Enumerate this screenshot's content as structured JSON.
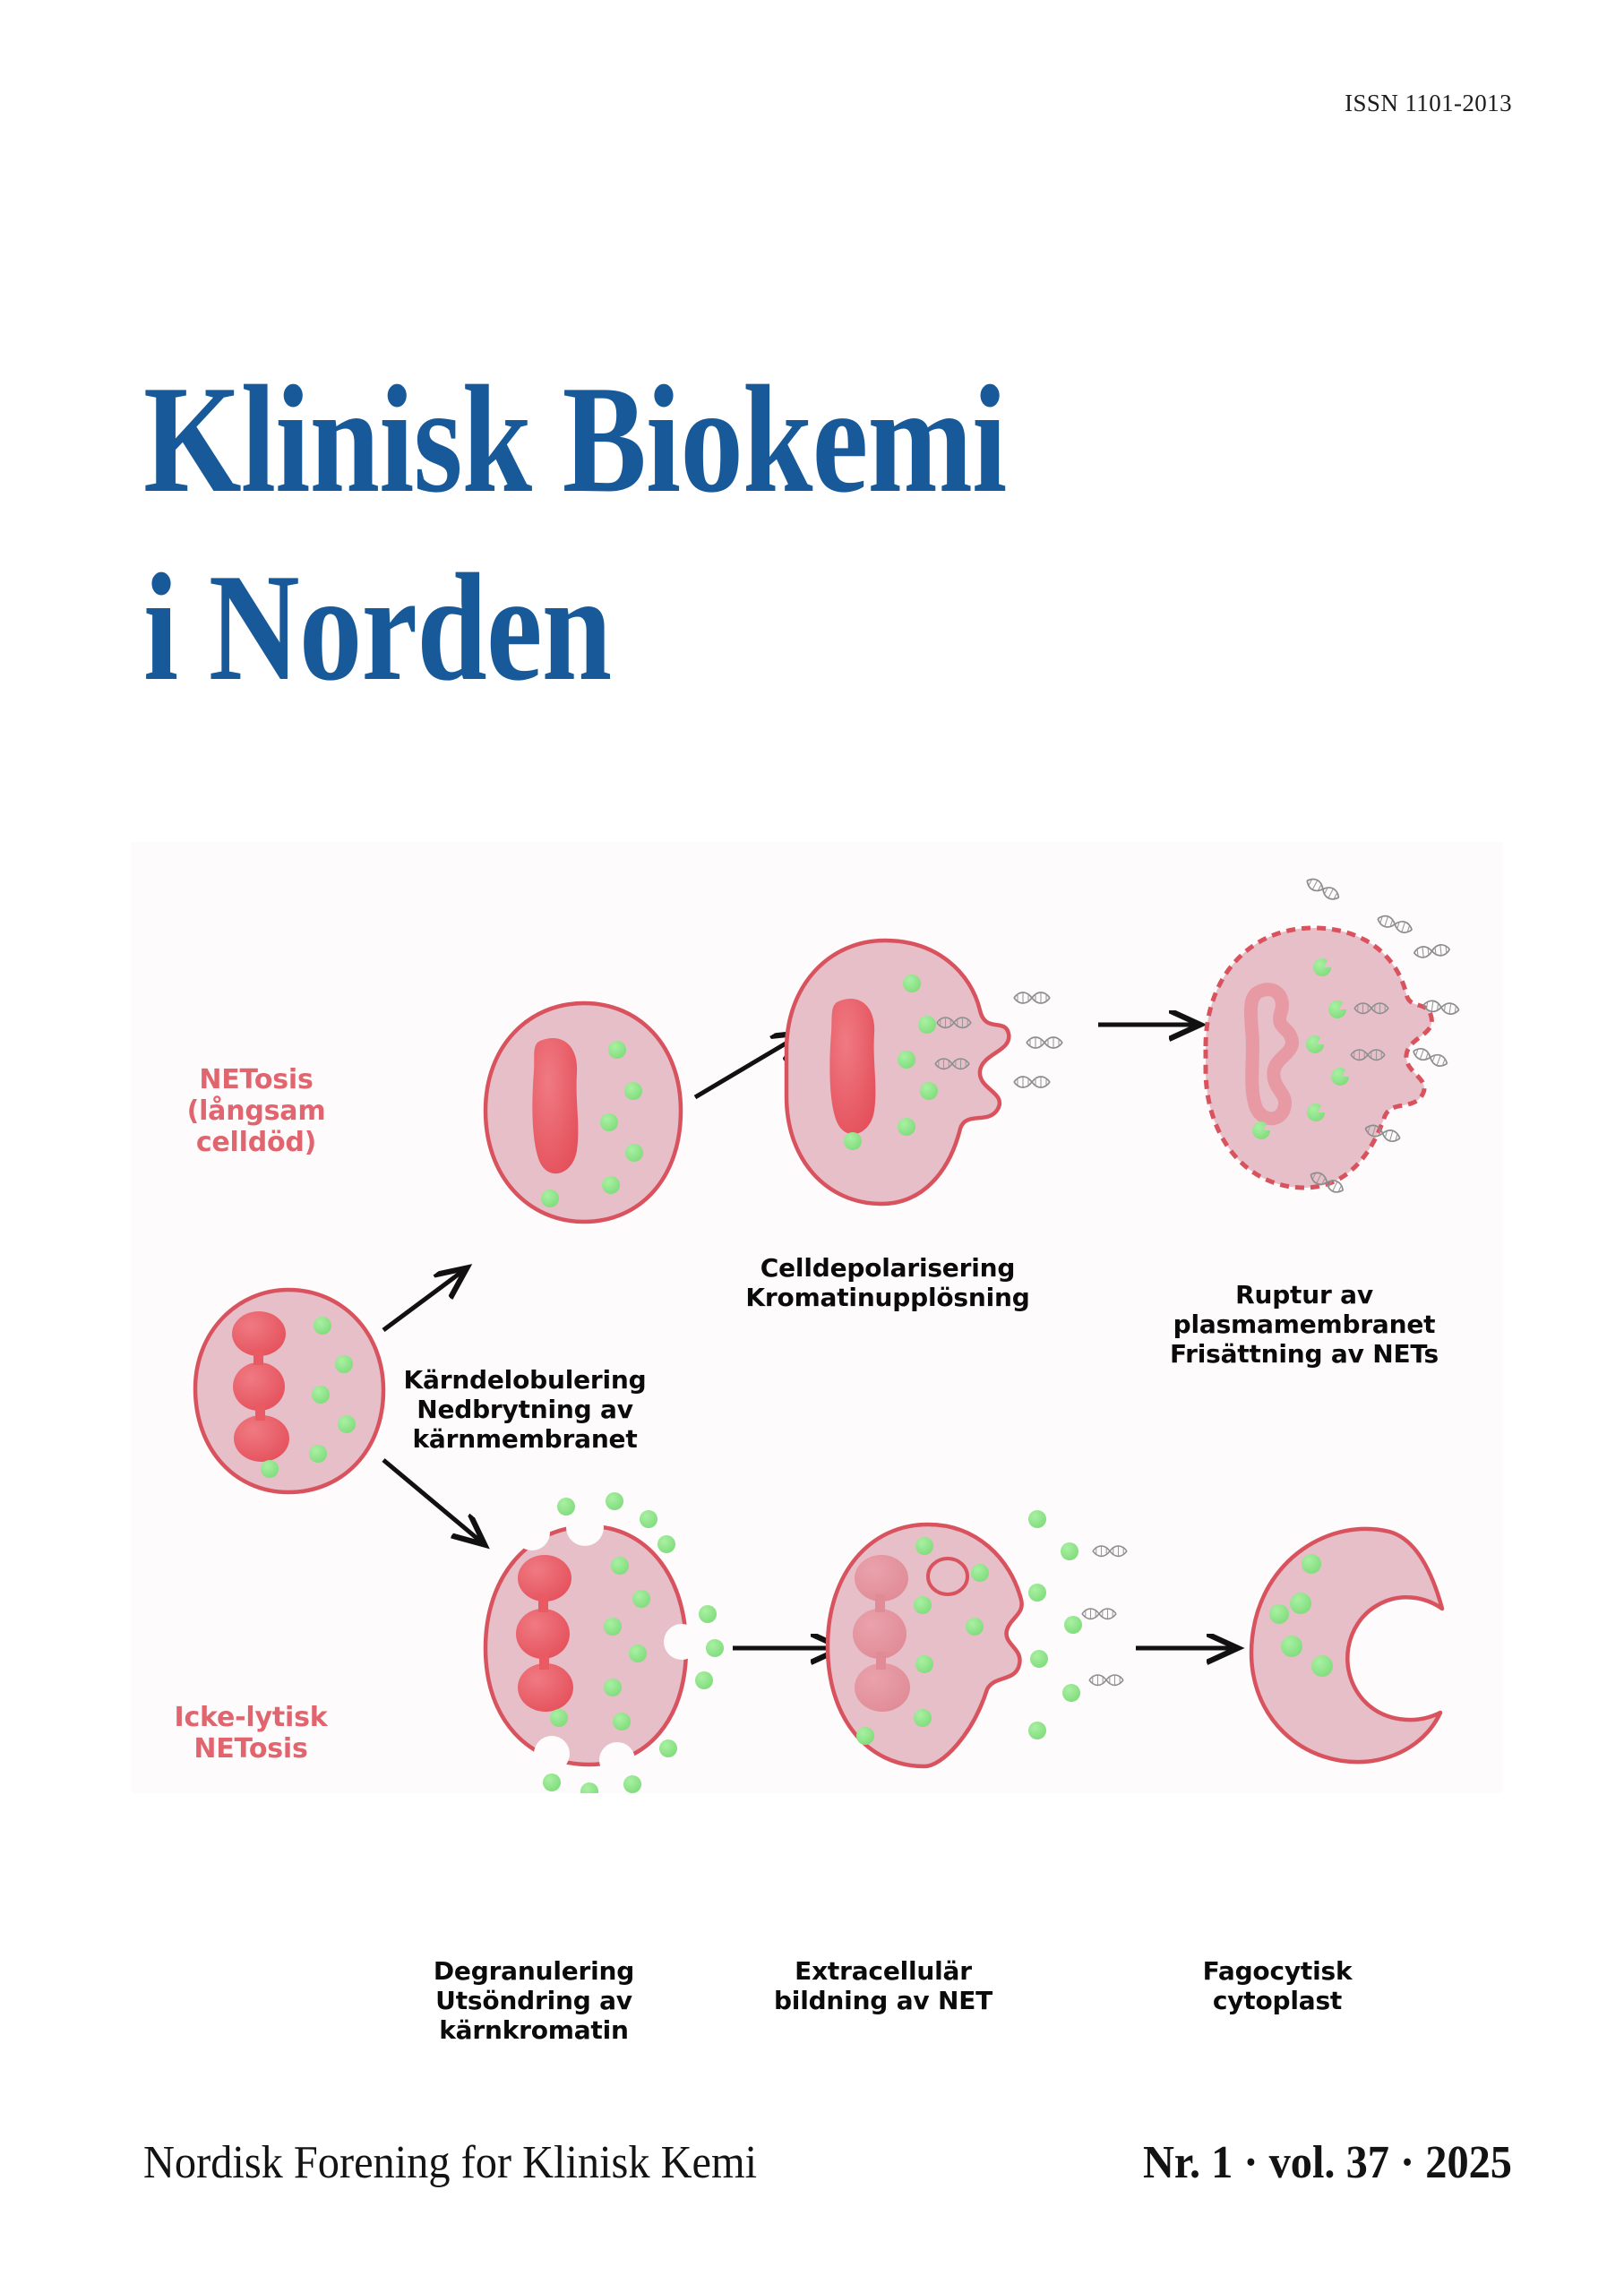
{
  "cover": {
    "issn": "ISSN 1101-2013",
    "title_line1": "Klinisk Biokemi",
    "title_line2": "i Norden",
    "title_color": "#185a99"
  },
  "figure": {
    "accent_pink_text": "#e0656e",
    "cell_fill": "#e6bfc8",
    "cell_stroke": "#d9535f",
    "nucleus_fill": "#ea5a63",
    "granule_fill": "#8fe38b",
    "dna_stroke": "#8d8d8d",
    "background": "#fdfbfb",
    "pathway_labels": {
      "slow": "NETosis\n(långsam\ncelldöd)",
      "nonlytic": "Icke-lytisk\nNETosis"
    },
    "steps": [
      {
        "id": "karndelobulering",
        "row": "slow",
        "label": "Kärndelobulering\nNedbrytning av\nkärnmembranet"
      },
      {
        "id": "celldepolarisering",
        "row": "slow",
        "label": "Celldepolarisering\nKromatinupplösning"
      },
      {
        "id": "ruptur",
        "row": "slow",
        "label": "Ruptur av\nplasmamembranet\nFrisättning av NETs"
      },
      {
        "id": "degranulering",
        "row": "nonlytic",
        "label": "Degranulering\nUtsöndring av\nkärnkromatin"
      },
      {
        "id": "extracellular-net",
        "row": "nonlytic",
        "label": "Extracellulär\nbildning av NET"
      },
      {
        "id": "fagocytisk-cytoplast",
        "row": "nonlytic",
        "label": "Fagocytisk\ncytoplast"
      }
    ]
  },
  "footer": {
    "organisation": "Nordisk Forening for Klinisk Kemi",
    "issue": "Nr. 1 · vol. 37 · 2025"
  }
}
